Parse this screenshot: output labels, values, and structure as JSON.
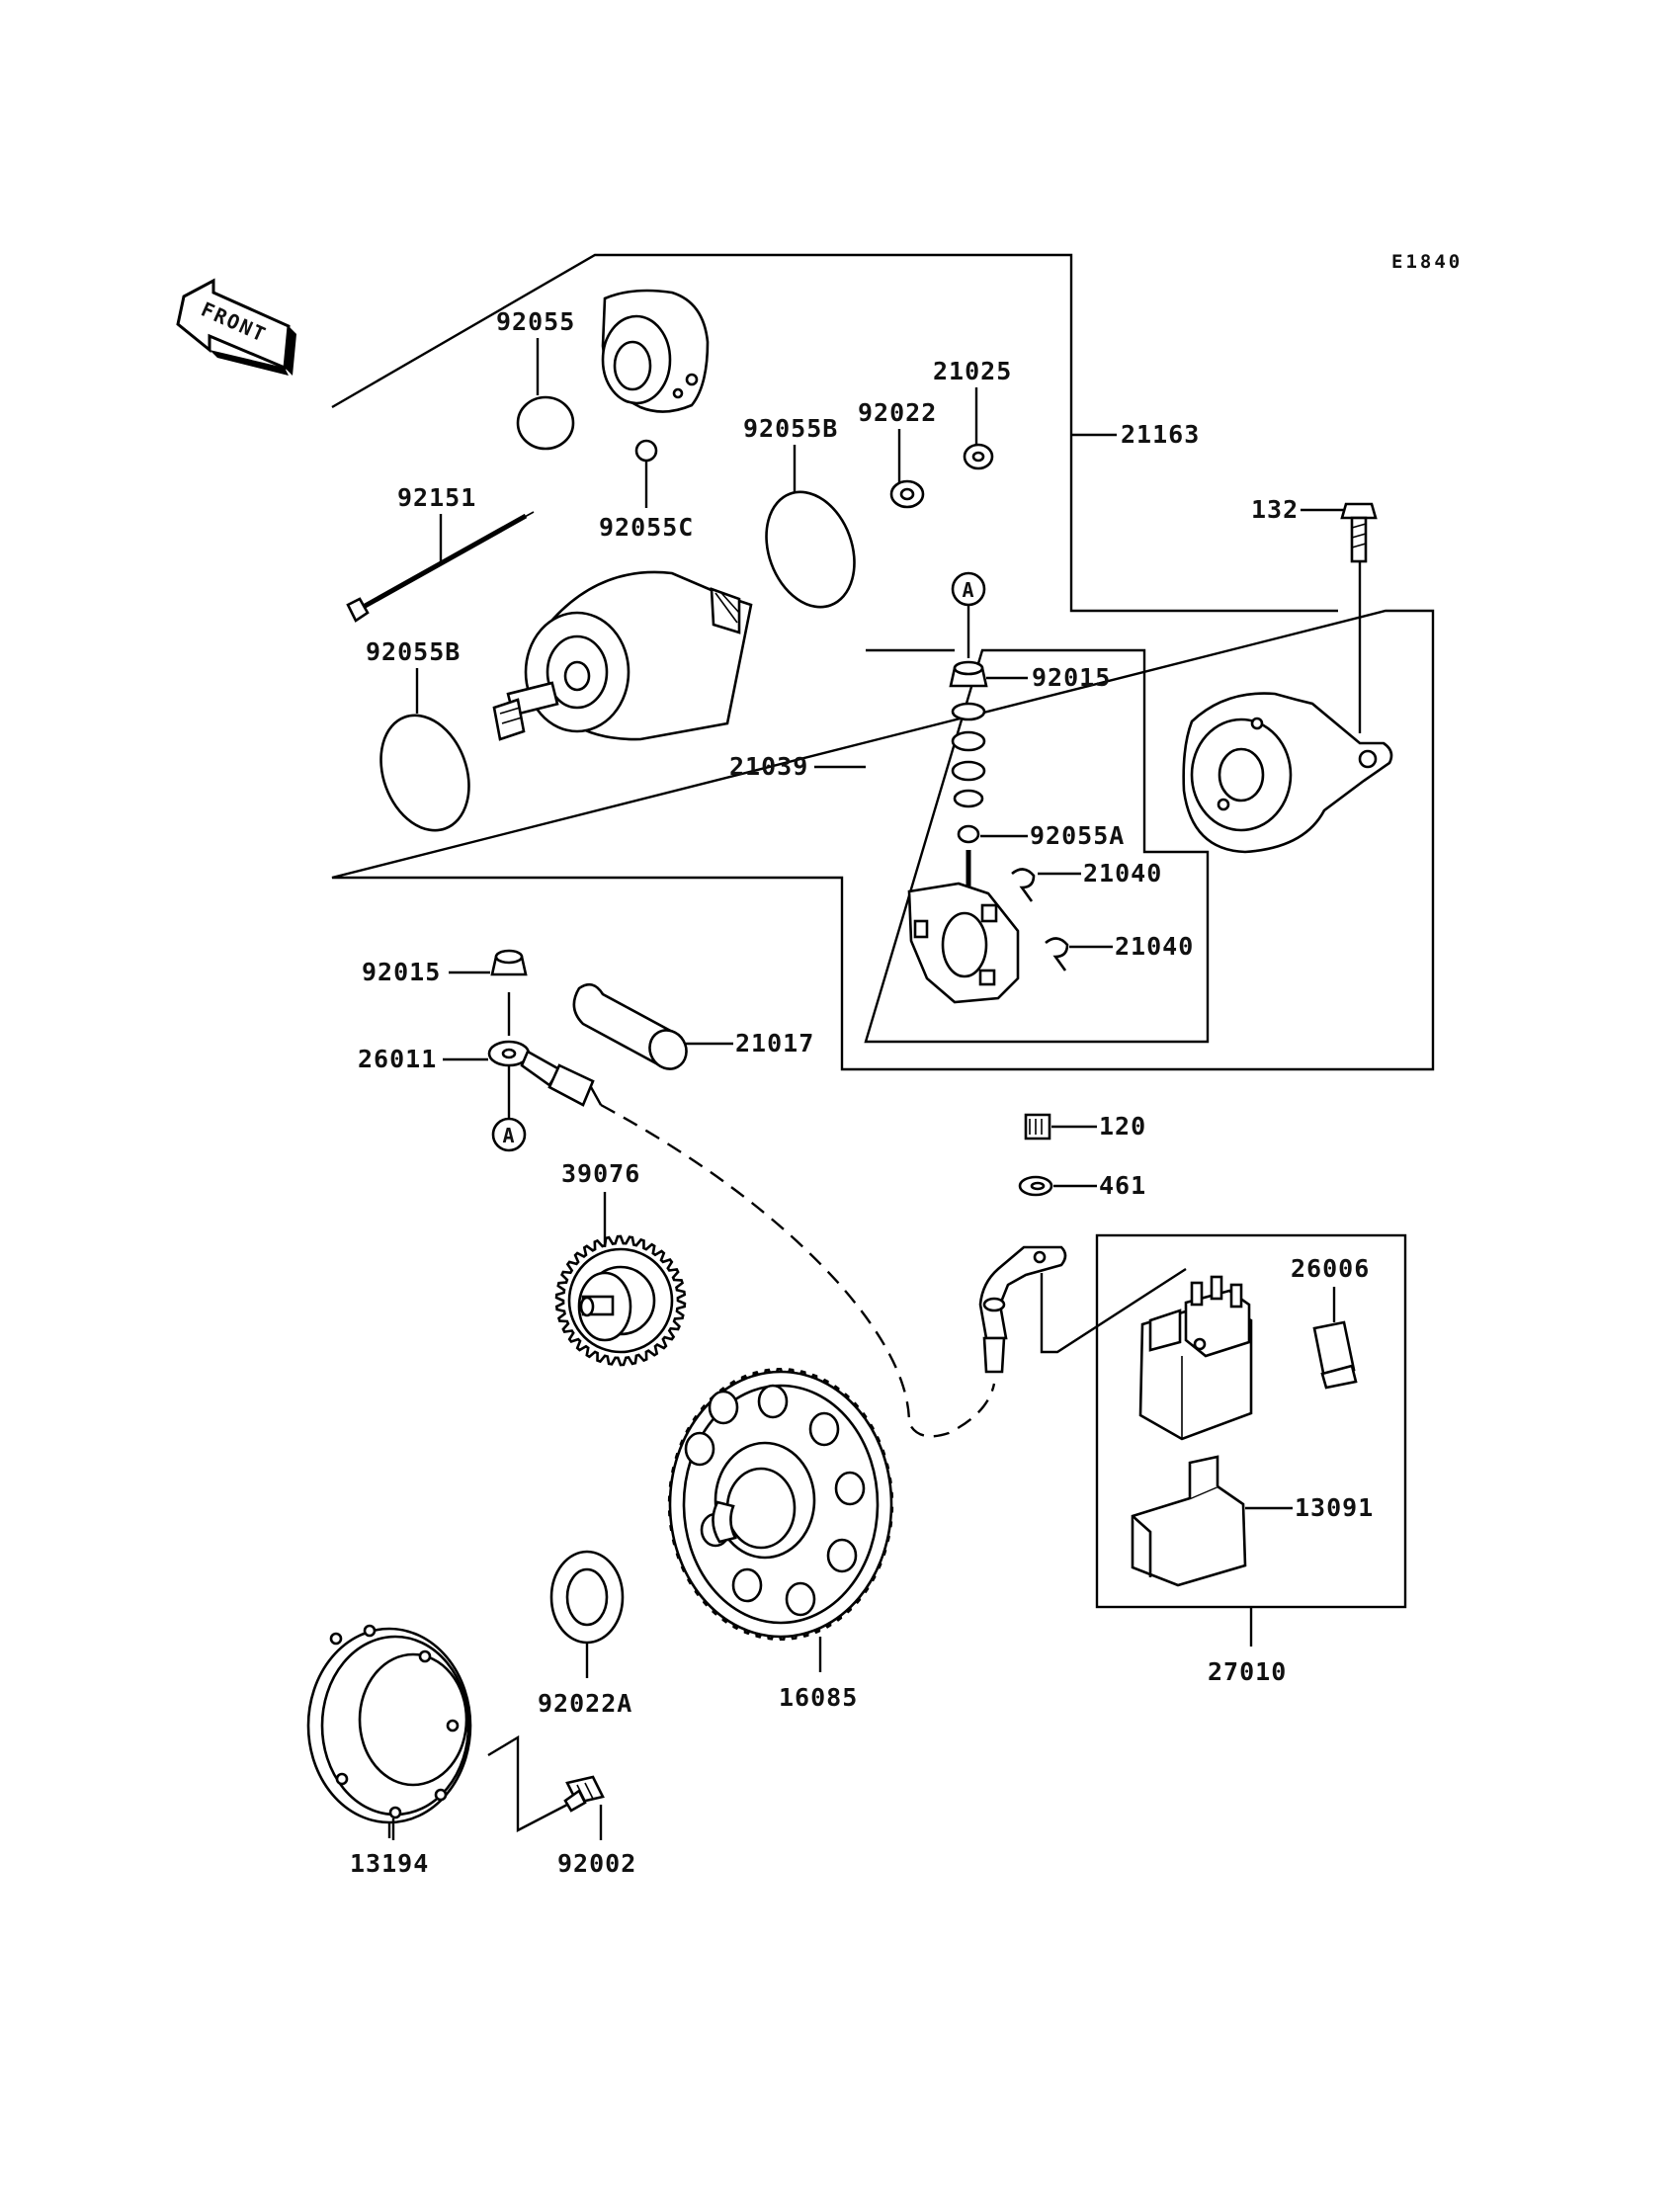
{
  "diagram_code": "E1840",
  "front_label": "FRONT",
  "ref_marker": "A",
  "labels": {
    "p92055": "92055",
    "p92151": "92151",
    "p92055c": "92055C",
    "p92055b_top": "92055B",
    "p92022": "92022",
    "p21025": "21025",
    "p21163": "21163",
    "p132": "132",
    "p92055b_left": "92055B",
    "p92015_top": "92015",
    "p21039": "21039",
    "p92055a": "92055A",
    "p21040_a": "21040",
    "p21040_b": "21040",
    "p92015_left": "92015",
    "p26011": "26011",
    "p21017": "21017",
    "p120": "120",
    "p461": "461",
    "p39076": "39076",
    "p26006": "26006",
    "p13091": "13091",
    "p27010": "27010",
    "p16085": "16085",
    "p92022a": "92022A",
    "p13194": "13194",
    "p92002": "92002"
  }
}
